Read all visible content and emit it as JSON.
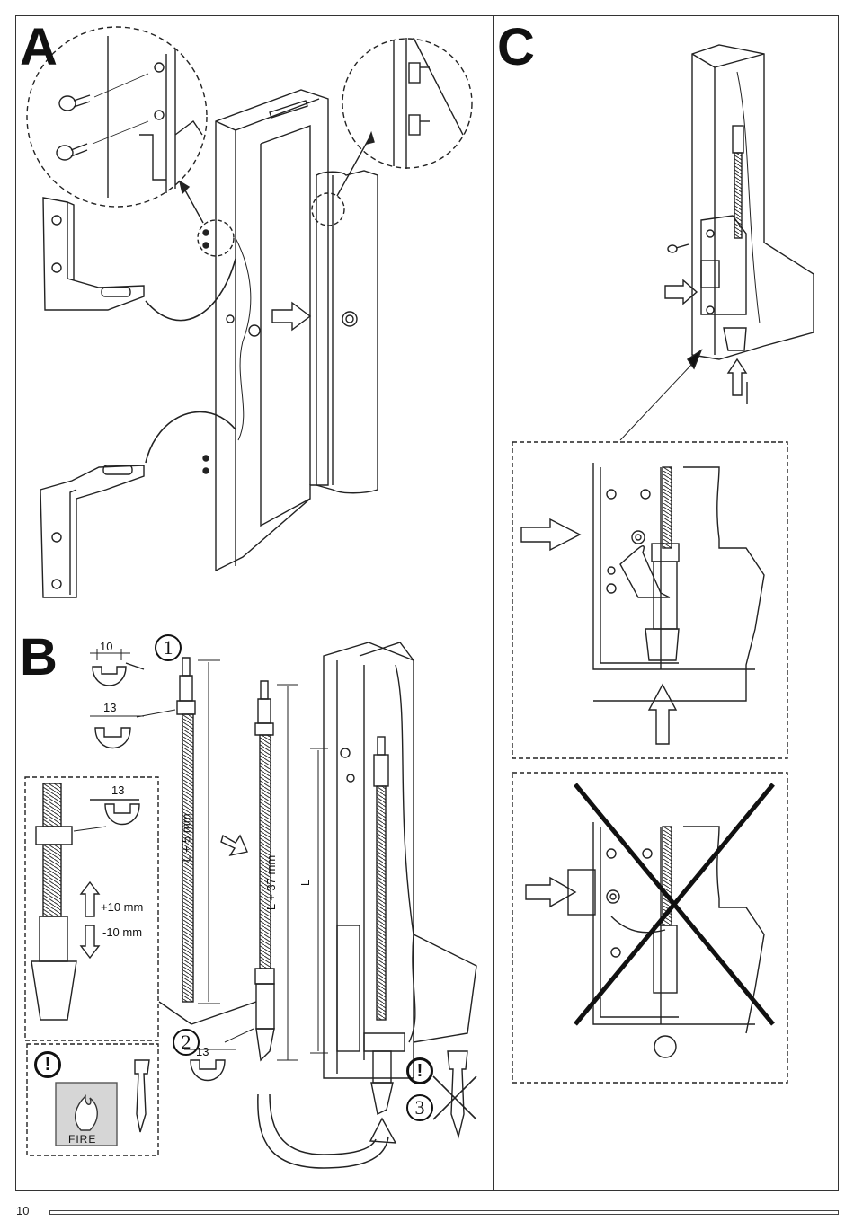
{
  "sections": {
    "a": {
      "letter": "A"
    },
    "b": {
      "letter": "B",
      "step1": "1",
      "step2": "2",
      "step3": "3",
      "wrench_10": "10",
      "wrench_13a": "13",
      "wrench_13b": "13",
      "wrench_13c": "13",
      "length_l_plus_5": "L + 5 mm",
      "length_l_plus_37": "L + 37 mm",
      "length_l": "L",
      "adjust_plus": "+10 mm",
      "adjust_minus": "-10 mm",
      "fire_label": "FIRE",
      "warning_symbol": "!"
    },
    "c": {
      "letter": "C"
    }
  },
  "footer": {
    "page_number": "10"
  },
  "icons": [
    "warning-icon",
    "fire-icon",
    "arrow-icon",
    "cross-icon",
    "screw-icon"
  ]
}
